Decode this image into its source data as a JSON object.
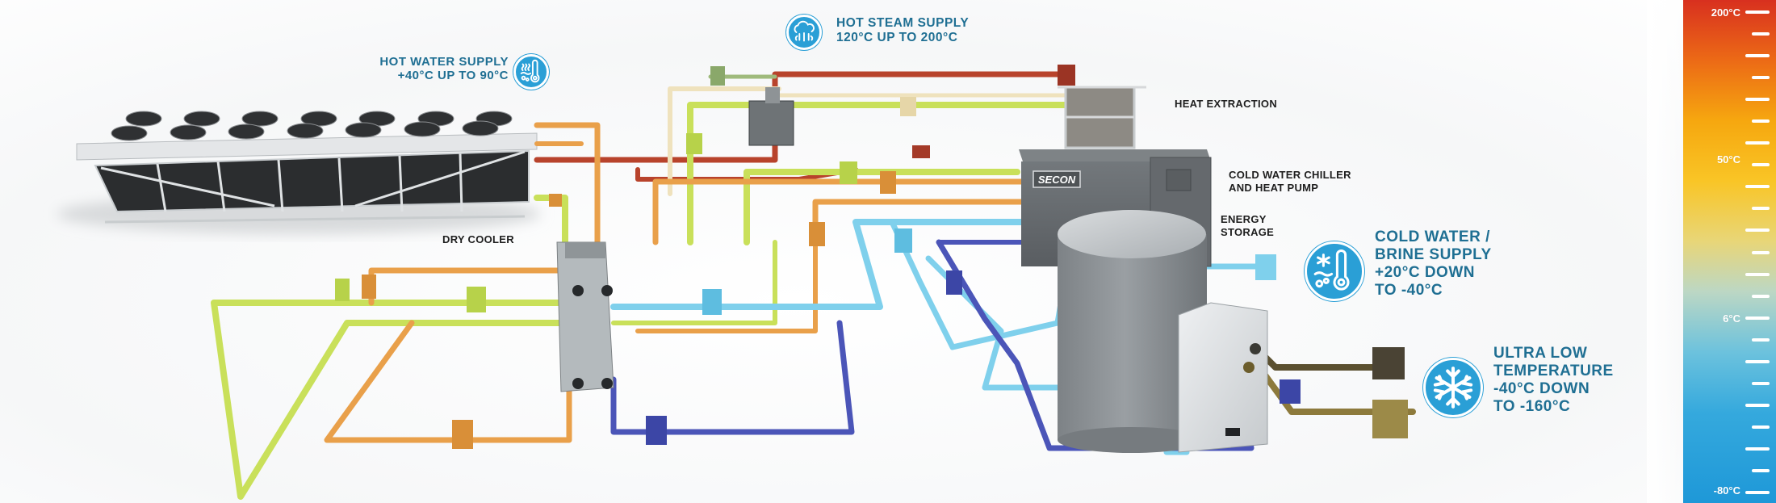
{
  "supply_labels": {
    "hot_water": {
      "lines": [
        "HOT WATER SUPPLY",
        "+40°C UP TO 90°C"
      ],
      "icon": "hot-water-thermometer-icon"
    },
    "hot_steam": {
      "lines": [
        "HOT STEAM SUPPLY",
        "120°C UP TO 200°C"
      ],
      "icon": "steam-cloud-icon"
    },
    "cold_water": {
      "lines": [
        "COLD WATER /",
        "BRINE SUPPLY",
        "+20°C DOWN",
        "TO -40°C"
      ],
      "icon": "cold-water-thermometer-icon"
    },
    "ultra_low": {
      "lines": [
        "ULTRA LOW",
        "TEMPERATURE",
        "-40°C DOWN",
        "TO -160°C"
      ],
      "icon": "snowflake-icon"
    }
  },
  "equipment_labels": {
    "dry_cooler": [
      "DRY COOLER"
    ],
    "heat_extraction": [
      "HEAT EXTRACTION"
    ],
    "chiller": [
      "COLD WATER CHILLER",
      "AND HEAT PUMP"
    ],
    "energy_storage": [
      "ENERGY",
      "STORAGE"
    ],
    "brand": "SECON"
  },
  "temperature_scale": {
    "labels": [
      "200°C",
      "50°C",
      "6°C",
      "-80°C"
    ],
    "major_ticks": 12,
    "minor_ticks": 11
  },
  "pipe_colors": {
    "steam_red": "#b8432c",
    "hot_orange": "#e9a04a",
    "warm_yellow_green": "#c9e05a",
    "cream": "#efe2bd",
    "sage_green": "#9fba7c",
    "cold_light_blue": "#7fd0ec",
    "brine_blue": "#4b55b8",
    "ultra_low_bronze": "#8d7a3c",
    "ultra_low_dark": "#5b5030"
  },
  "accent_color": "#2a9fd6"
}
